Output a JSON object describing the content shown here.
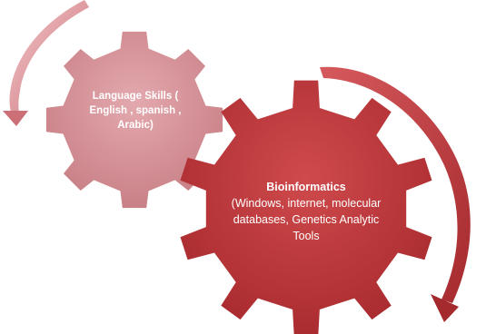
{
  "colors": {
    "small_gear": "#d6949a",
    "small_gear_dark": "#b86a72",
    "large_gear": "#c1393c",
    "large_gear_dark": "#8f1f23",
    "arrow_light": "#d98a8f",
    "arrow_dark": "#c0393c",
    "label_text": "#ffffff"
  },
  "gears": {
    "small": {
      "label": "Language Skills ( English , spanish , Arabic)"
    },
    "large": {
      "title": "Bioinformatics",
      "body": "(Windows, internet, molecular databases, Genetics Analytic Tools"
    }
  },
  "arrows": [
    {
      "name": "small-gear-cycle-arrow",
      "direction": "counter-clockwise"
    },
    {
      "name": "large-gear-cycle-arrow",
      "direction": "clockwise"
    }
  ]
}
